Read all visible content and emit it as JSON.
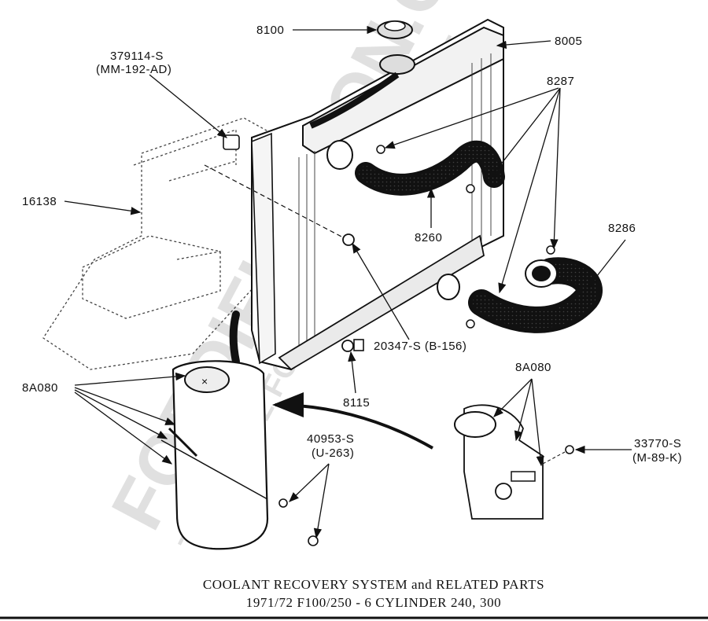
{
  "watermark": {
    "main": "FORDIFICATION.COM",
    "sub": "THE '61-'72 FORD PICKUP RESOURCE"
  },
  "callouts": {
    "cap_8100": "8100",
    "radiator_8005": "8005",
    "bolt_379114_s": "379114-S",
    "bolt_379114_s_sub": "(MM-192-AD)",
    "clamp_8287": "8287",
    "shroud_16138": "16138",
    "hose_8260": "8260",
    "hose_8286": "8286",
    "bolt_20347_s": "20347-S (B-156)",
    "petcock_8115": "8115",
    "tank_8a080_left": "8A080",
    "tank_8a080_right": "8A080",
    "screw_40953_s": "40953-S",
    "screw_40953_s_sub": "(U-263)",
    "nut_33770_s": "33770-S",
    "nut_33770_s_sub": "(M-89-K)"
  },
  "caption": {
    "line1": "COOLANT RECOVERY SYSTEM and RELATED PARTS",
    "line2": "1971/72 F100/250 - 6 CYLINDER 240, 300"
  }
}
